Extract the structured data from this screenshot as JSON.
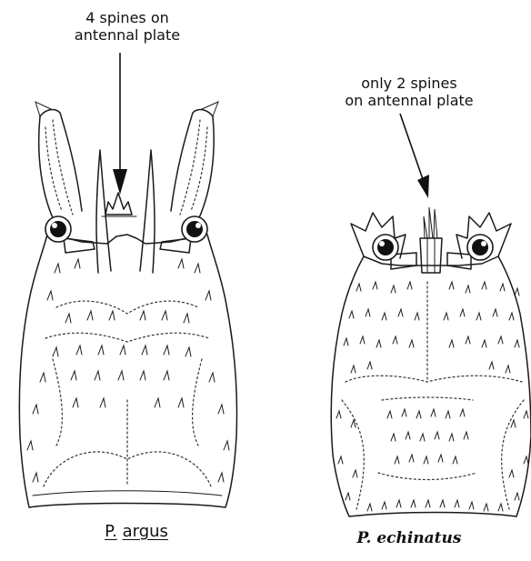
{
  "left_specimen": {
    "annotation": [
      "4 spines on",
      "antennal plate"
    ],
    "name_genus": "P.",
    "name_species": "argus"
  },
  "right_specimen": {
    "annotation": [
      "only 2 spines",
      "on antennal plate"
    ],
    "name": "P.  echinatus"
  }
}
